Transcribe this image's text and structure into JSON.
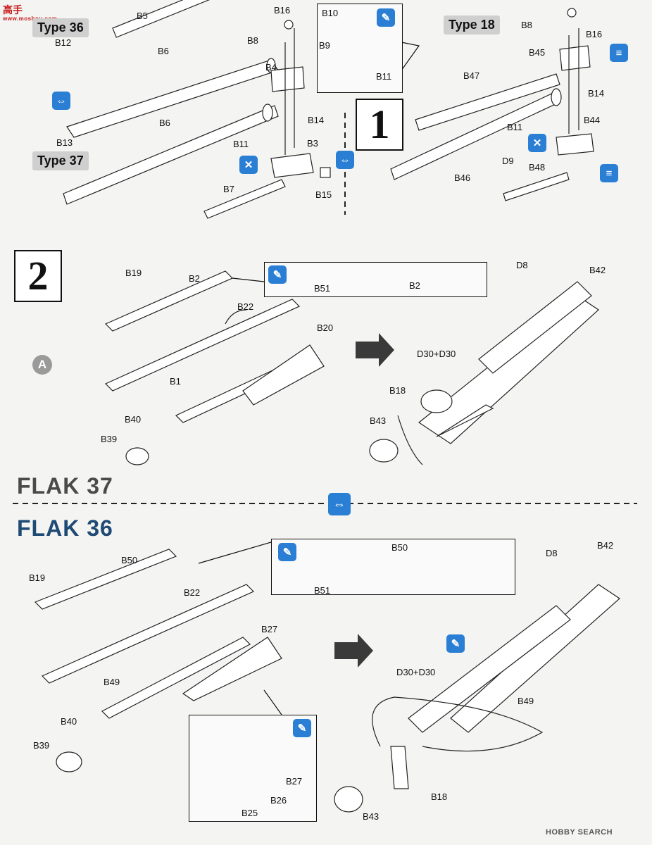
{
  "watermark": {
    "logo": "高手",
    "site": "www.moshou.com",
    "footer": "HOBBY SEARCH"
  },
  "step1": {
    "number": "1",
    "type36": "Type 36",
    "type37": "Type 37",
    "type18": "Type 18",
    "labels": [
      "B5",
      "B16",
      "B10",
      "B8",
      "B12",
      "B6",
      "B9",
      "B11",
      "B4",
      "B14",
      "B13",
      "B6",
      "B11",
      "B3",
      "B7",
      "B15",
      "B8",
      "B16",
      "B45",
      "B47",
      "B14",
      "B11",
      "B44",
      "B46",
      "D9",
      "B48"
    ]
  },
  "step2": {
    "number": "2",
    "sub_marker": "A",
    "flak37_title": "FLAK 37",
    "flak36_title": "FLAK 36",
    "upper_labels": [
      "B19",
      "B2",
      "B51",
      "B2",
      "D8",
      "B42",
      "B22",
      "B20",
      "D30+D30",
      "B1",
      "B18",
      "B40",
      "B43",
      "B39"
    ],
    "lower_labels": [
      "B50",
      "B51",
      "D8",
      "B42",
      "B19",
      "B50",
      "B22",
      "B27",
      "D30+D30",
      "B49",
      "B49",
      "B40",
      "B39",
      "B27",
      "B26",
      "B25",
      "B43",
      "B18"
    ]
  },
  "colors": {
    "accent_blue": "#2a7fd4",
    "heading_gray": "#4a4a4a",
    "heading_blue": "#1f4a74",
    "logo_red": "#c81818"
  }
}
